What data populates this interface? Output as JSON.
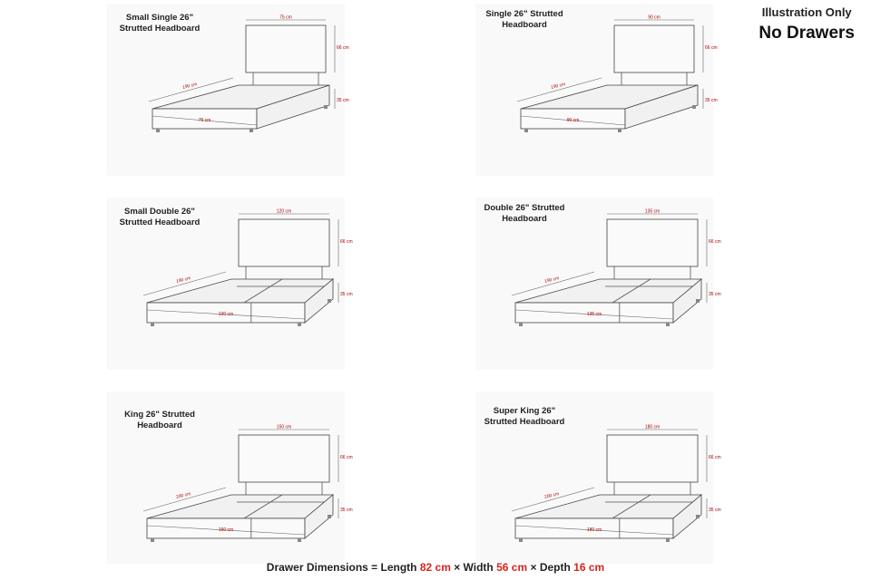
{
  "corner": {
    "line1": "Illustration Only",
    "line2": "No Drawers"
  },
  "panels": [
    {
      "title_line1": "Small Single 26\"",
      "title_line2": "Strutted Headboard",
      "dims": {
        "head_width": "75 cm",
        "head_height": "66 cm",
        "length": "190 cm",
        "base_width": "75 cm",
        "base_height": "35 cm"
      },
      "split": false
    },
    {
      "title_line1": "Single 26\" Strutted",
      "title_line2": "Headboard",
      "dims": {
        "head_width": "90 cm",
        "head_height": "66 cm",
        "length": "190 cm",
        "base_width": "90 cm",
        "base_height": "35 cm"
      },
      "split": false
    },
    {
      "title_line1": "Small Double  26\"",
      "title_line2": "Strutted Headboard",
      "dims": {
        "head_width": "120 cm",
        "head_height": "66 cm",
        "length": "190 cm",
        "base_width": "120 cm",
        "base_height": "35 cm"
      },
      "split": true
    },
    {
      "title_line1": "Double 26\" Strutted",
      "title_line2": "Headboard",
      "dims": {
        "head_width": "135 cm",
        "head_height": "66 cm",
        "length": "190 cm",
        "base_width": "135 cm",
        "base_height": "35 cm"
      },
      "split": true
    },
    {
      "title_line1": "King 26\" Strutted",
      "title_line2": "Headboard",
      "dims": {
        "head_width": "150 cm",
        "head_height": "66 cm",
        "length": "200 cm",
        "base_width": "150 cm",
        "base_height": "35 cm"
      },
      "split": true
    },
    {
      "title_line1": "Super King  26\"",
      "title_line2": "Strutted Headboard",
      "dims": {
        "head_width": "180 cm",
        "head_height": "66 cm",
        "length": "200 cm",
        "base_width": "180 cm",
        "base_height": "35 cm"
      },
      "split": true
    }
  ],
  "footer": {
    "prefix": "Drawer Dimensions = Length ",
    "length": "82 cm",
    "sep1": " × Width ",
    "width": "56 cm",
    "sep2": " × Depth ",
    "depth": "16 cm"
  }
}
